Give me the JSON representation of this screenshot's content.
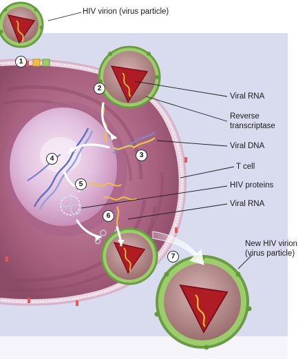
{
  "labels": {
    "hiv_virion": "HIV virion (virus particle)",
    "viral_rna_top": "Viral RNA",
    "reverse_transcriptase_1": "Reverse",
    "reverse_transcriptase_2": "transcriptase",
    "viral_dna": "Viral DNA",
    "t_cell": "T cell",
    "hiv_proteins": "HIV proteins",
    "viral_rna_bottom": "Viral RNA",
    "new_virion_1": "New HIV virion",
    "new_virion_2": "(virus particle)"
  },
  "steps": [
    "1",
    "2",
    "3",
    "4",
    "5",
    "6",
    "7"
  ],
  "colors": {
    "background_panel": "#d9dcee",
    "cytoplasm": "#b36a86",
    "nucleus": "#c98fb4",
    "nucleoplasm": "#ead3ea",
    "virion_envelope": "#8fc060",
    "virion_capsid": "#b01c24",
    "viral_rna": "#f2c040",
    "dna_helix": "#7b88c8",
    "arrow": "#ffffff",
    "leader_line": "#1a1a1a"
  }
}
